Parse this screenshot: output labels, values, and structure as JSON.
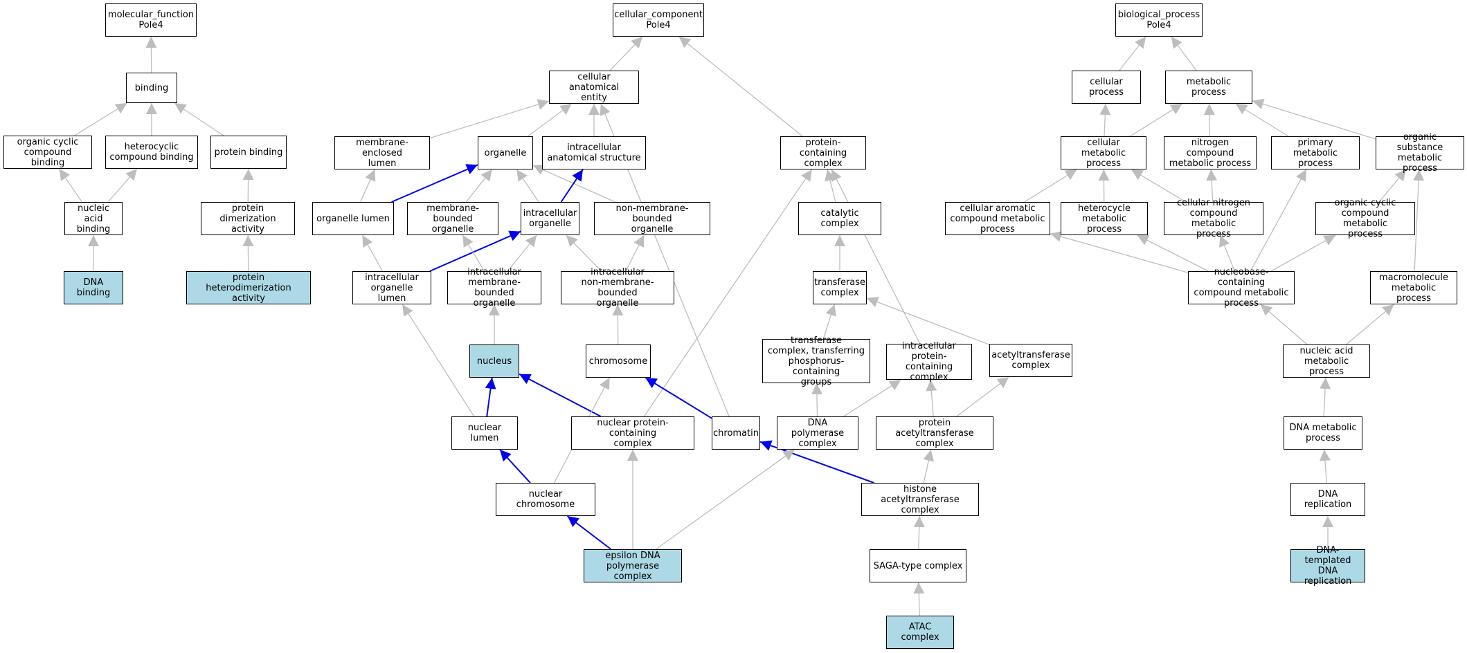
{
  "colors": {
    "highlight_fill": "#add8e6",
    "edge_default": "#bdbdbd",
    "edge_path": "#0000ee",
    "border": "#000000"
  },
  "nodes": [
    {
      "id": "mf",
      "label": "molecular_function\nPole4"
    },
    {
      "id": "binding",
      "label": "binding"
    },
    {
      "id": "ocb",
      "label": "organic cyclic\ncompound binding"
    },
    {
      "id": "hcb",
      "label": "heterocyclic\ncompound binding"
    },
    {
      "id": "pb",
      "label": "protein binding"
    },
    {
      "id": "nab",
      "label": "nucleic acid\nbinding"
    },
    {
      "id": "pda",
      "label": "protein dimerization\nactivity"
    },
    {
      "id": "dnab",
      "label": "DNA binding",
      "highlight": true
    },
    {
      "id": "phda",
      "label": "protein heterodimerization\nactivity",
      "highlight": true
    },
    {
      "id": "cc",
      "label": "cellular_component\nPole4"
    },
    {
      "id": "cae",
      "label": "cellular anatomical\nentity"
    },
    {
      "id": "mel",
      "label": "membrane-enclosed\nlumen"
    },
    {
      "id": "org",
      "label": "organelle"
    },
    {
      "id": "ias",
      "label": "intracellular\nanatomical structure"
    },
    {
      "id": "pcc",
      "label": "protein-containing\ncomplex"
    },
    {
      "id": "orgl",
      "label": "organelle lumen"
    },
    {
      "id": "mbo",
      "label": "membrane-bounded\norganelle"
    },
    {
      "id": "io",
      "label": "intracellular\norganelle"
    },
    {
      "id": "nmbo",
      "label": "non-membrane-bounded\norganelle"
    },
    {
      "id": "cat",
      "label": "catalytic complex"
    },
    {
      "id": "iol",
      "label": "intracellular\norganelle lumen"
    },
    {
      "id": "imbo",
      "label": "intracellular\nmembrane-bounded\norganelle"
    },
    {
      "id": "inmbo",
      "label": "intracellular\nnon-membrane-bounded\norganelle"
    },
    {
      "id": "tc",
      "label": "transferase\ncomplex"
    },
    {
      "id": "nuc",
      "label": "nucleus",
      "highlight": true
    },
    {
      "id": "chr",
      "label": "chromosome"
    },
    {
      "id": "tcp",
      "label": "transferase\ncomplex, transferring\nphosphorus-containing\ngroups"
    },
    {
      "id": "ipcc",
      "label": "intracellular\nprotein-containing\ncomplex"
    },
    {
      "id": "atc",
      "label": "acetyltransferase\ncomplex"
    },
    {
      "id": "nl",
      "label": "nuclear lumen"
    },
    {
      "id": "npcc",
      "label": "nuclear protein-containing\ncomplex"
    },
    {
      "id": "chrt",
      "label": "chromatin"
    },
    {
      "id": "dnap",
      "label": "DNA polymerase\ncomplex"
    },
    {
      "id": "patc",
      "label": "protein acetyltransferase\ncomplex"
    },
    {
      "id": "nchr",
      "label": "nuclear chromosome"
    },
    {
      "id": "hatc",
      "label": "histone acetyltransferase\ncomplex"
    },
    {
      "id": "eps",
      "label": "epsilon DNA\npolymerase complex",
      "highlight": true
    },
    {
      "id": "saga",
      "label": "SAGA-type complex"
    },
    {
      "id": "atac",
      "label": "ATAC complex",
      "highlight": true
    },
    {
      "id": "bp",
      "label": "biological_process\nPole4"
    },
    {
      "id": "cp",
      "label": "cellular process"
    },
    {
      "id": "mp",
      "label": "metabolic process"
    },
    {
      "id": "cmp",
      "label": "cellular metabolic\nprocess"
    },
    {
      "id": "ncmp",
      "label": "nitrogen compound\nmetabolic process"
    },
    {
      "id": "pmp",
      "label": "primary metabolic\nprocess"
    },
    {
      "id": "osmp",
      "label": "organic substance\nmetabolic process"
    },
    {
      "id": "cacmp",
      "label": "cellular aromatic\ncompound metabolic\nprocess"
    },
    {
      "id": "hmp",
      "label": "heterocycle\nmetabolic process"
    },
    {
      "id": "cncmp",
      "label": "cellular nitrogen\ncompound metabolic\nprocess"
    },
    {
      "id": "occmp",
      "label": "organic cyclic\ncompound metabolic\nprocess"
    },
    {
      "id": "nbcmp",
      "label": "nucleobase-containing\ncompound metabolic\nprocess"
    },
    {
      "id": "mmp",
      "label": "macromolecule\nmetabolic process"
    },
    {
      "id": "namp",
      "label": "nucleic acid\nmetabolic process"
    },
    {
      "id": "dnamp",
      "label": "DNA metabolic\nprocess"
    },
    {
      "id": "dnar",
      "label": "DNA replication"
    },
    {
      "id": "dtdr",
      "label": "DNA-templated\nDNA replication",
      "highlight": true
    }
  ],
  "edges": [
    {
      "from": "binding",
      "to": "mf"
    },
    {
      "from": "ocb",
      "to": "binding"
    },
    {
      "from": "hcb",
      "to": "binding"
    },
    {
      "from": "pb",
      "to": "binding"
    },
    {
      "from": "nab",
      "to": "ocb"
    },
    {
      "from": "nab",
      "to": "hcb"
    },
    {
      "from": "pda",
      "to": "pb"
    },
    {
      "from": "dnab",
      "to": "nab"
    },
    {
      "from": "phda",
      "to": "pda"
    },
    {
      "from": "cae",
      "to": "cc"
    },
    {
      "from": "pcc",
      "to": "cc"
    },
    {
      "from": "mel",
      "to": "cae"
    },
    {
      "from": "org",
      "to": "cae"
    },
    {
      "from": "ias",
      "to": "cae"
    },
    {
      "from": "chrt",
      "to": "cae"
    },
    {
      "from": "orgl",
      "to": "mel"
    },
    {
      "from": "orgl",
      "to": "org",
      "path": true
    },
    {
      "from": "mbo",
      "to": "org"
    },
    {
      "from": "io",
      "to": "org"
    },
    {
      "from": "nmbo",
      "to": "org"
    },
    {
      "from": "io",
      "to": "ias",
      "path": true
    },
    {
      "from": "iol",
      "to": "orgl"
    },
    {
      "from": "iol",
      "to": "io",
      "path": true
    },
    {
      "from": "imbo",
      "to": "mbo"
    },
    {
      "from": "imbo",
      "to": "io"
    },
    {
      "from": "inmbo",
      "to": "io"
    },
    {
      "from": "inmbo",
      "to": "nmbo"
    },
    {
      "from": "cat",
      "to": "pcc"
    },
    {
      "from": "npcc",
      "to": "pcc"
    },
    {
      "from": "ipcc",
      "to": "pcc"
    },
    {
      "from": "tc",
      "to": "cat"
    },
    {
      "from": "tcp",
      "to": "tc"
    },
    {
      "from": "atc",
      "to": "tc"
    },
    {
      "from": "nuc",
      "to": "imbo"
    },
    {
      "from": "chr",
      "to": "inmbo"
    },
    {
      "from": "nl",
      "to": "iol"
    },
    {
      "from": "nl",
      "to": "nuc",
      "path": true
    },
    {
      "from": "npcc",
      "to": "nuc",
      "path": true
    },
    {
      "from": "chrt",
      "to": "chr",
      "path": true
    },
    {
      "from": "nchr",
      "to": "chr"
    },
    {
      "from": "nchr",
      "to": "nl",
      "path": true
    },
    {
      "from": "dnap",
      "to": "tcp"
    },
    {
      "from": "dnap",
      "to": "ipcc"
    },
    {
      "from": "patc",
      "to": "ipcc"
    },
    {
      "from": "patc",
      "to": "atc"
    },
    {
      "from": "hatc",
      "to": "patc"
    },
    {
      "from": "hatc",
      "to": "chrt",
      "path": true
    },
    {
      "from": "eps",
      "to": "nchr",
      "path": true
    },
    {
      "from": "eps",
      "to": "npcc"
    },
    {
      "from": "eps",
      "to": "dnap"
    },
    {
      "from": "saga",
      "to": "hatc"
    },
    {
      "from": "atac",
      "to": "saga"
    },
    {
      "from": "cp",
      "to": "bp"
    },
    {
      "from": "mp",
      "to": "bp"
    },
    {
      "from": "cmp",
      "to": "cp"
    },
    {
      "from": "cmp",
      "to": "mp"
    },
    {
      "from": "ncmp",
      "to": "mp"
    },
    {
      "from": "pmp",
      "to": "mp"
    },
    {
      "from": "osmp",
      "to": "mp"
    },
    {
      "from": "cacmp",
      "to": "cmp"
    },
    {
      "from": "hmp",
      "to": "cmp"
    },
    {
      "from": "cncmp",
      "to": "cmp"
    },
    {
      "from": "cncmp",
      "to": "ncmp"
    },
    {
      "from": "occmp",
      "to": "osmp"
    },
    {
      "from": "mmp",
      "to": "osmp"
    },
    {
      "from": "nbcmp",
      "to": "cacmp"
    },
    {
      "from": "nbcmp",
      "to": "hmp"
    },
    {
      "from": "nbcmp",
      "to": "cncmp"
    },
    {
      "from": "nbcmp",
      "to": "pmp"
    },
    {
      "from": "nbcmp",
      "to": "occmp"
    },
    {
      "from": "namp",
      "to": "nbcmp"
    },
    {
      "from": "namp",
      "to": "mmp"
    },
    {
      "from": "dnamp",
      "to": "namp"
    },
    {
      "from": "dnar",
      "to": "dnamp"
    },
    {
      "from": "dtdr",
      "to": "dnar"
    }
  ]
}
